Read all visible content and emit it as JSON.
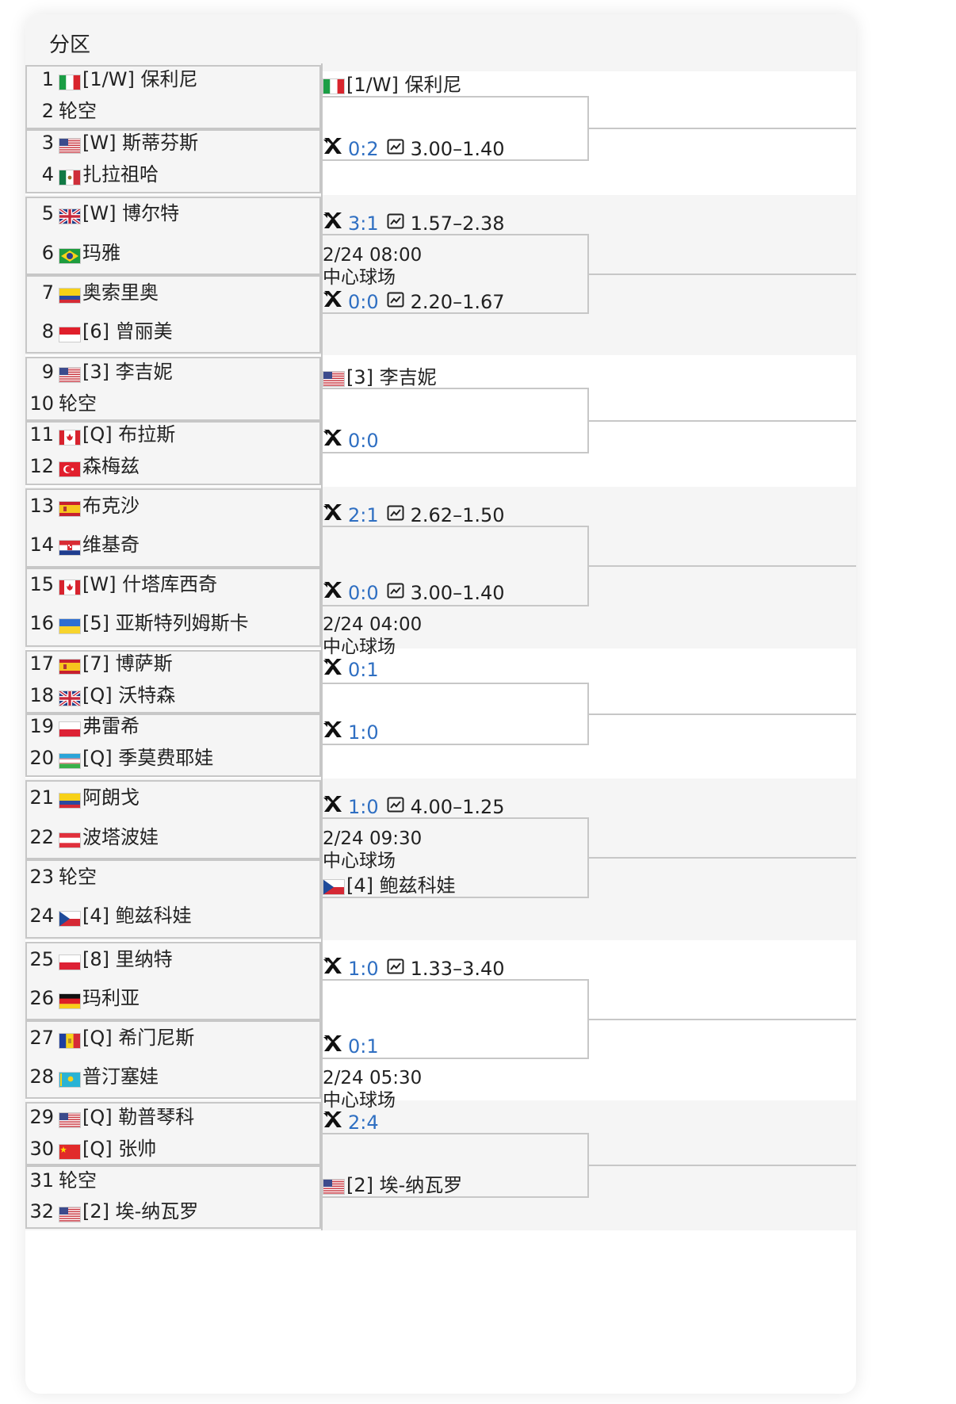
{
  "header": {
    "title": "分区"
  },
  "players": [
    {
      "n": "1",
      "flag": "it",
      "name": "[1/W] 保利尼"
    },
    {
      "n": "2",
      "flag": "",
      "name": "轮空"
    },
    {
      "n": "3",
      "flag": "us",
      "name": "[W] 斯蒂芬斯"
    },
    {
      "n": "4",
      "flag": "mx",
      "name": "扎拉祖哈"
    },
    {
      "n": "5",
      "flag": "gb",
      "name": "[W] 博尔特"
    },
    {
      "n": "6",
      "flag": "br",
      "name": "玛雅"
    },
    {
      "n": "7",
      "flag": "co",
      "name": "奥索里奥"
    },
    {
      "n": "8",
      "flag": "id",
      "name": "[6] 曾丽美"
    },
    {
      "n": "9",
      "flag": "us",
      "name": "[3] 李吉妮"
    },
    {
      "n": "10",
      "flag": "",
      "name": "轮空"
    },
    {
      "n": "11",
      "flag": "ca",
      "name": "[Q] 布拉斯"
    },
    {
      "n": "12",
      "flag": "tr",
      "name": "森梅兹"
    },
    {
      "n": "13",
      "flag": "es",
      "name": "布克沙"
    },
    {
      "n": "14",
      "flag": "hr",
      "name": "维基奇"
    },
    {
      "n": "15",
      "flag": "ca",
      "name": "[W] 什塔库西奇"
    },
    {
      "n": "16",
      "flag": "ua",
      "name": "[5] 亚斯特列姆斯卡"
    },
    {
      "n": "17",
      "flag": "es",
      "name": "[7] 博萨斯"
    },
    {
      "n": "18",
      "flag": "gb",
      "name": "[Q] 沃特森"
    },
    {
      "n": "19",
      "flag": "pl",
      "name": "弗雷希"
    },
    {
      "n": "20",
      "flag": "uz",
      "name": "[Q] 季莫费耶娃"
    },
    {
      "n": "21",
      "flag": "co",
      "name": "阿朗戈"
    },
    {
      "n": "22",
      "flag": "at",
      "name": "波塔波娃"
    },
    {
      "n": "23",
      "flag": "",
      "name": "轮空"
    },
    {
      "n": "24",
      "flag": "cz",
      "name": "[4] 鲍兹科娃"
    },
    {
      "n": "25",
      "flag": "pl",
      "name": "[8] 里纳特"
    },
    {
      "n": "26",
      "flag": "de",
      "name": "玛利亚"
    },
    {
      "n": "27",
      "flag": "ad",
      "name": "[Q] 希门尼斯"
    },
    {
      "n": "28",
      "flag": "kz",
      "name": "普汀塞娃"
    },
    {
      "n": "29",
      "flag": "us",
      "name": "[Q] 勒普琴科"
    },
    {
      "n": "30",
      "flag": "cn",
      "name": "[Q] 张帅"
    },
    {
      "n": "31",
      "flag": "",
      "name": "轮空"
    },
    {
      "n": "32",
      "flag": "us",
      "name": "[2] 埃-纳瓦罗"
    }
  ],
  "round2": [
    {
      "flag": "it",
      "name": "[1/W] 保利尼"
    },
    {
      "score": "0:2",
      "odds": "3.00–1.40"
    },
    {
      "score": "3:1",
      "odds": "1.57–2.38"
    },
    {
      "score": "0:0",
      "odds": "2.20–1.67"
    },
    {
      "flag": "us",
      "name": "[3] 李吉妮"
    },
    {
      "score": "0:0"
    },
    {
      "score": "2:1",
      "odds": "2.62–1.50"
    },
    {
      "score": "0:0",
      "odds": "3.00–1.40"
    },
    {
      "score": "0:1"
    },
    {
      "score": "1:0"
    },
    {
      "score": "1:0",
      "odds": "4.00–1.25"
    },
    {
      "flag": "cz",
      "name": "[4] 鲍兹科娃"
    },
    {
      "score": "1:0",
      "odds": "1.33–3.40"
    },
    {
      "score": "0:1"
    },
    {
      "score": "2:4"
    },
    {
      "flag": "us",
      "name": "[2] 埃-纳瓦罗"
    }
  ],
  "match_info": [
    {
      "time": "2/24 08:00",
      "venue": "中心球场"
    },
    {
      "time": "2/24 04:00",
      "venue": "中心球场"
    },
    {
      "time": "2/24 09:30",
      "venue": "中心球场"
    },
    {
      "time": "2/24 05:30",
      "venue": "中心球场"
    }
  ],
  "colors": {
    "score": "#2f6fc2",
    "line": "#c7c7c7",
    "band": "#f5f5f5"
  },
  "icons": {
    "match": "match-vs-icon",
    "odds": "odds-chart-icon"
  }
}
